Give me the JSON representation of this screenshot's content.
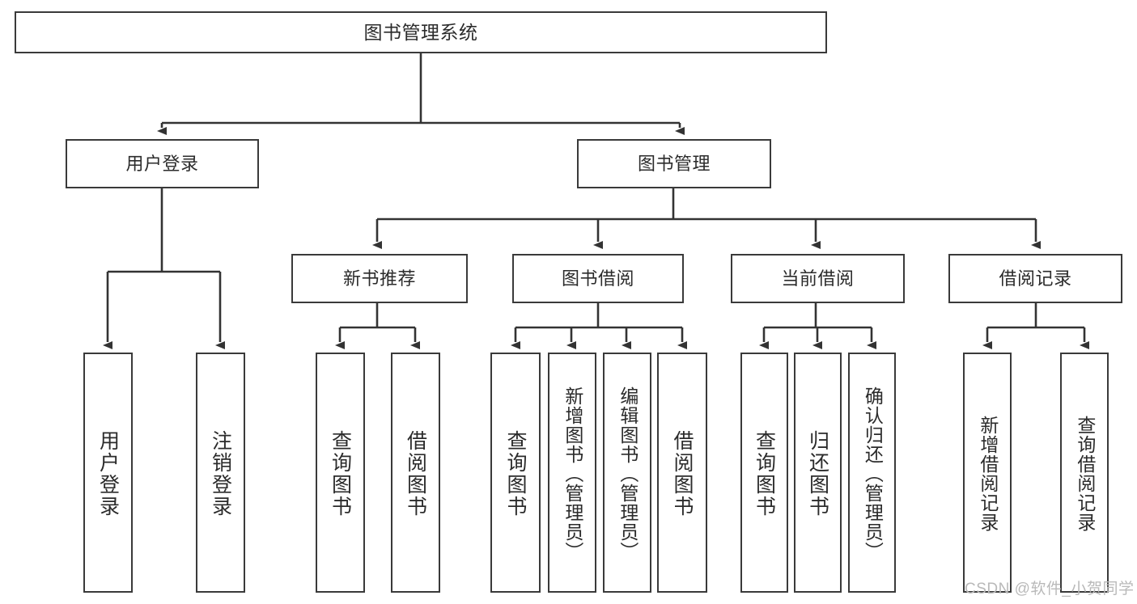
{
  "diagram": {
    "title": "图书管理系统",
    "type": "tree-hierarchy",
    "colors": {
      "box_border": "#3a3a3a",
      "box_fill": "#ffffff",
      "text": "#2b2b2b",
      "connector": "#333333",
      "watermark": "#b9b9b9"
    },
    "root": {
      "label": "图书管理系统"
    },
    "level2": [
      {
        "label": "用户登录"
      },
      {
        "label": "图书管理"
      }
    ],
    "level3": [
      {
        "label": "新书推荐"
      },
      {
        "label": "图书借阅"
      },
      {
        "label": "当前借阅"
      },
      {
        "label": "借阅记录"
      }
    ],
    "leaves": {
      "user_login": [
        {
          "label": "用户登录"
        },
        {
          "label": "注销登录"
        }
      ],
      "new_book_recommend": [
        {
          "label": "查询图书"
        },
        {
          "label": "借阅图书"
        }
      ],
      "book_borrow": [
        {
          "label": "查询图书"
        },
        {
          "label": "新增图书（管理员）"
        },
        {
          "label": "编辑图书（管理员）"
        },
        {
          "label": "借阅图书"
        }
      ],
      "current_borrow": [
        {
          "label": "查询图书"
        },
        {
          "label": "归还图书"
        },
        {
          "label": "确认归还（管理员）"
        }
      ],
      "borrow_records": [
        {
          "label": "新增借阅记录"
        },
        {
          "label": "查询借阅记录"
        }
      ]
    }
  },
  "watermark": {
    "text": "CSDN @软件_小贺同学"
  }
}
